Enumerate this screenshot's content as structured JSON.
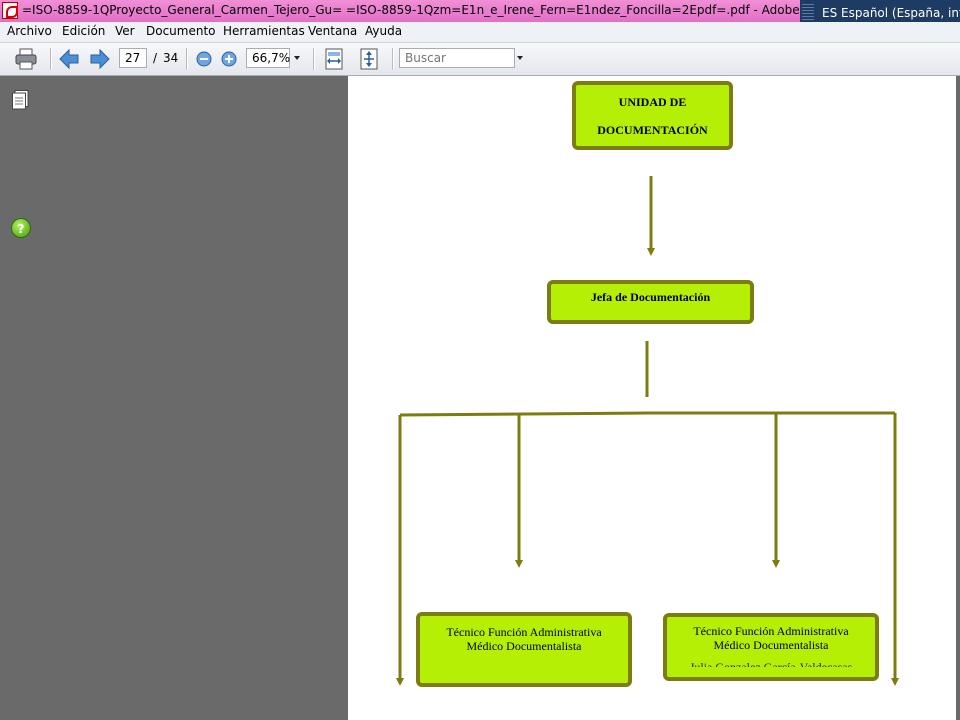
{
  "window": {
    "title": "=ISO-8859-1QProyecto_General_Carmen_Tejero_Gu= =ISO-8859-1Qzm=E1n_e_Irene_Fern=E1ndez_Foncilla=2Epdf=.pdf - Adobe Reader",
    "language_indicator": "ES Español (España, intern"
  },
  "menu": {
    "items": [
      "Archivo",
      "Edición",
      "Ver",
      "Documento",
      "Herramientas",
      "Ventana",
      "Ayuda"
    ]
  },
  "toolbar": {
    "current_page": "27",
    "page_separator": "/",
    "total_pages": "34",
    "zoom": "66,7%",
    "search_placeholder": "Buscar"
  },
  "left_panel": {
    "icons": [
      "pages-icon",
      "help-icon"
    ],
    "help_glyph": "?"
  },
  "org_chart": {
    "top_box": {
      "line1": "UNIDAD DE",
      "line2": "DOCUMENTACIÓN"
    },
    "middle_box": {
      "label": "Jefa de Documentación"
    },
    "bottom_left_box": {
      "line1": "Técnico Función Administrativa",
      "line2": "Médico Documentalista"
    },
    "bottom_right_box": {
      "line1": "Técnico Función Administrativa",
      "line2": "Médico Documentalista",
      "line3_partial": "Julia Gonzalez García-Valdecasas"
    }
  },
  "colors": {
    "box_fill": "#b6ef06",
    "box_border": "#7c7c10",
    "connector": "#7c7c10",
    "title_bar": "#e36fc7",
    "canvas_background": "#6a6a6a"
  }
}
